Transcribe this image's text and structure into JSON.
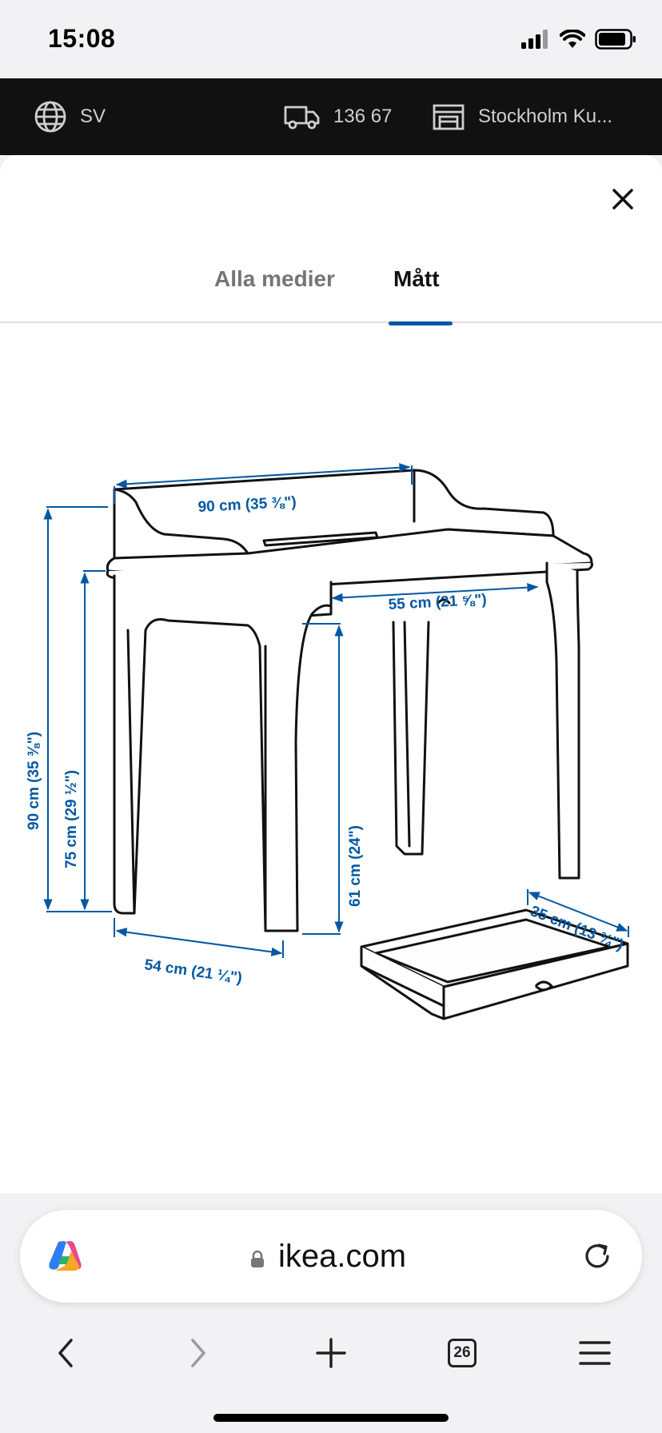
{
  "status_bar": {
    "time": "15:08"
  },
  "top_bar": {
    "language": "SV",
    "postal_code": "136 67",
    "store": "Stockholm Ku..."
  },
  "tabs": [
    {
      "label": "Alla medier",
      "active": false
    },
    {
      "label": "Mått",
      "active": true
    }
  ],
  "dimensions": {
    "width": "90 cm (35 ⅜\")",
    "height_total": "90 cm (35 ⅜\")",
    "height_desk": "75 cm (29 ½\")",
    "depth": "54 cm (21 ¼\")",
    "inner_width": "55 cm (21 ⅝\")",
    "leg_clearance": "61 cm (24\")",
    "drawer_depth": "35 cm (13 ¾\")"
  },
  "browser": {
    "url": "ikea.com",
    "tab_count": "26"
  },
  "colors": {
    "accent_blue": "#0058a3",
    "top_bar_bg": "#111111"
  }
}
